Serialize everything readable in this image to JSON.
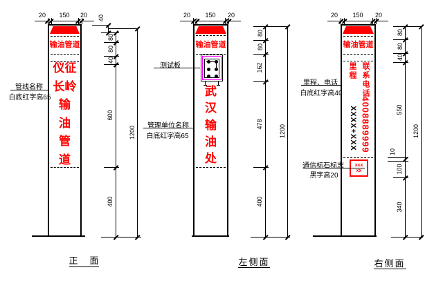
{
  "drawing": {
    "colors": {
      "red": "#ff0000",
      "magenta": "#ff00ff"
    },
    "views": [
      {
        "name": "front",
        "caption": "正　面",
        "top_dims": [
          "20",
          "150",
          "20"
        ],
        "cap_dim": "40",
        "band_text": "输油管道",
        "main_text_rows": [
          "仪征",
          "长岭",
          "输",
          "油",
          "管",
          "道"
        ],
        "side_dims": [
          "80",
          "80",
          "40",
          "600",
          "400"
        ],
        "total_dim": "1200",
        "annotations": [
          {
            "title": "管线名称",
            "subtitle": "白底红字高65"
          }
        ]
      },
      {
        "name": "left-side",
        "caption": "左侧面",
        "top_dims": [
          "20",
          "150",
          "20"
        ],
        "band_text": "输油管道",
        "main_text_rows": [
          "武",
          "汉",
          "输",
          "油",
          "处"
        ],
        "side_dims": [
          "80",
          "80",
          "162",
          "478",
          "400"
        ],
        "total_dim": "1200",
        "annotations": [
          {
            "title": "测试板",
            "subtitle": ""
          },
          {
            "title": "管理单位名称",
            "subtitle": "白底红字高65"
          }
        ]
      },
      {
        "name": "right-side",
        "caption": "右侧面",
        "top_dims": [
          "20",
          "150",
          "20"
        ],
        "band_text": "输油管道",
        "left_column_title": "里程",
        "right_column_title": "联系电话",
        "mileage": "XXXX+XXX",
        "phone": "4008889999",
        "marker_line1": "xxx",
        "marker_line2": "xx",
        "side_dims": [
          "80",
          "80",
          "40",
          "550",
          "10",
          "100",
          "340"
        ],
        "total_dim": "1200",
        "annotations": [
          {
            "title": "里程、电话",
            "subtitle": "白底红字高40"
          },
          {
            "title": "通信标石标志",
            "subtitle": "黑字高20"
          }
        ]
      }
    ]
  }
}
